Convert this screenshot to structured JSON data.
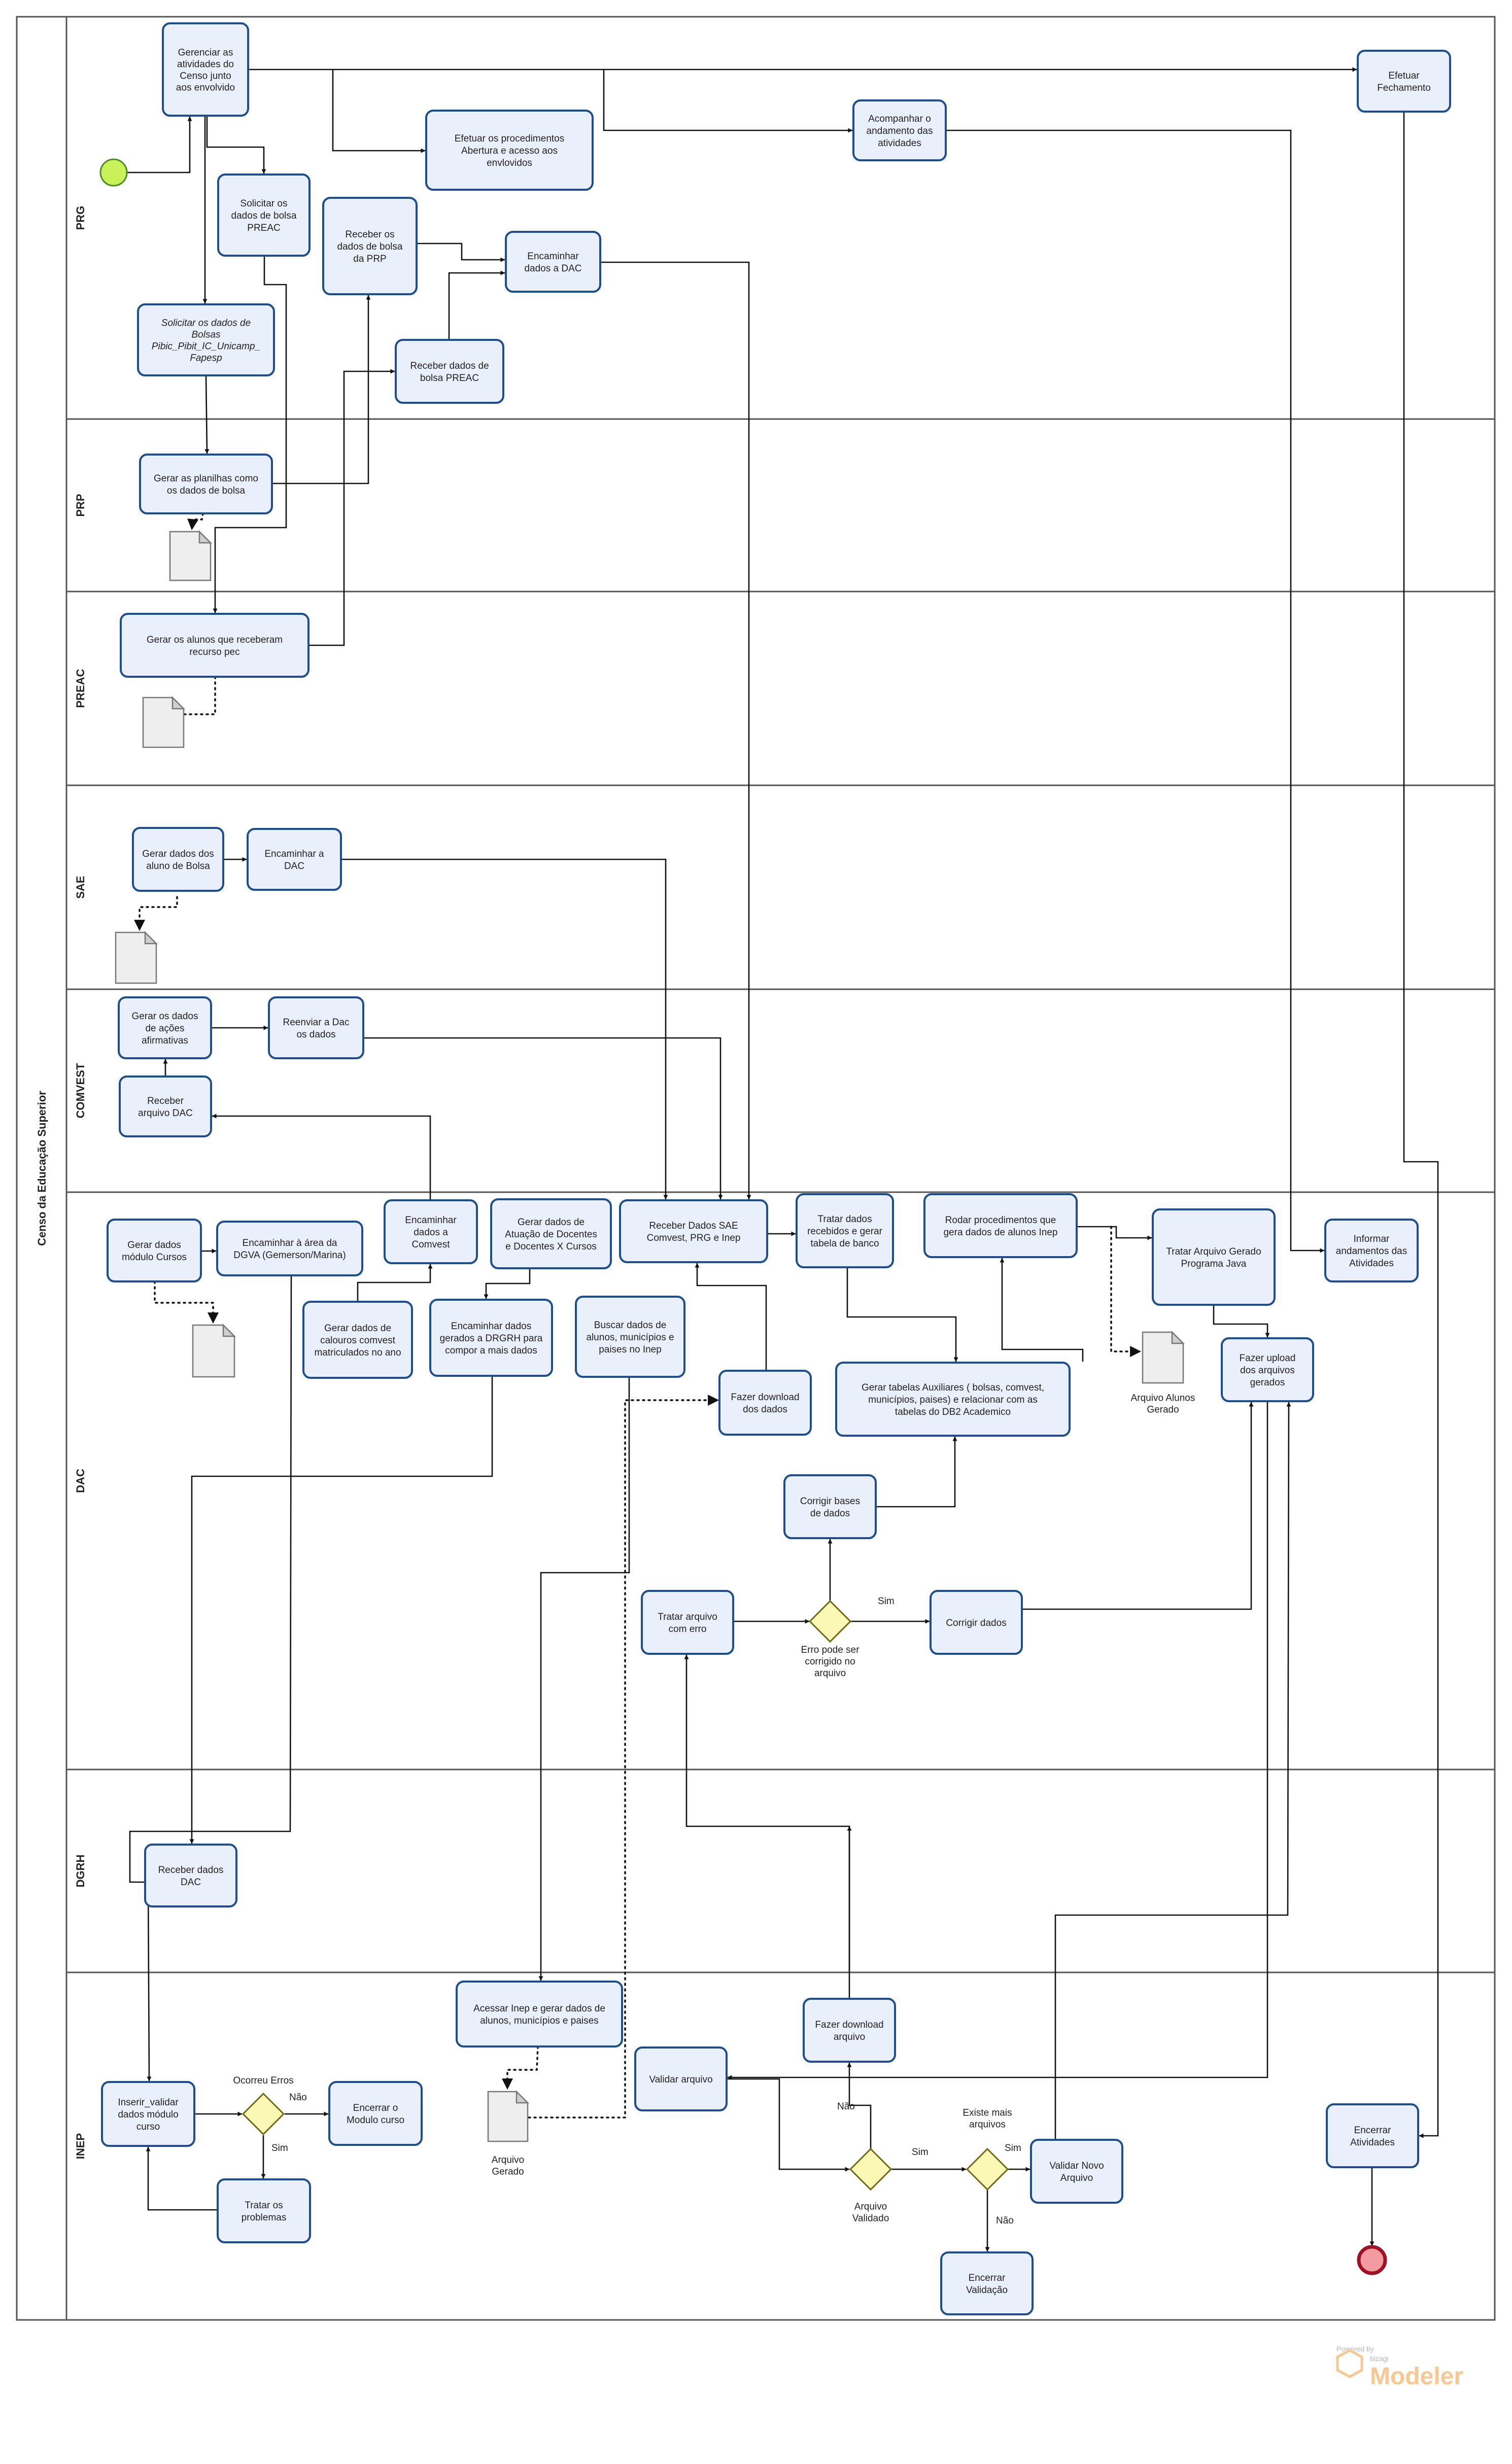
{
  "pool": {
    "title": "Censo da Educação Superior"
  },
  "lanes": [
    "PRG",
    "PRP",
    "PREAC",
    "SAE",
    "COMVEST",
    "DAC",
    "DGRH",
    "INEP"
  ],
  "tasks": {
    "t1": [
      "Gerenciar as",
      "atividades do",
      "Censo junto",
      "aos envolvido"
    ],
    "t2": [
      "Efetuar os procedimentos",
      "Abertura e acesso aos",
      "envlovidos"
    ],
    "t3": [
      "Acompanhar o",
      "andamento das",
      "atividades"
    ],
    "t4": [
      "Efetuar",
      "Fechamento"
    ],
    "t5": [
      "Solicitar os",
      "dados de bolsa",
      "PREAC"
    ],
    "t6": [
      "Receber os",
      "dados de bolsa",
      "da PRP"
    ],
    "t7": [
      "Encaminhar",
      "dados a DAC"
    ],
    "t8": [
      "Solicitar os dados de",
      "Bolsas",
      "Pibic_Pibit_IC_Unicamp_",
      "Fapesp"
    ],
    "t9": [
      "Receber dados de",
      "bolsa PREAC"
    ],
    "t10": [
      "Gerar as planilhas como",
      "os dados de bolsa"
    ],
    "t11": [
      "Gerar os alunos que receberam",
      "recurso pec"
    ],
    "t12": [
      "Gerar dados dos",
      "aluno de Bolsa"
    ],
    "t13": [
      "Encaminhar a",
      "DAC"
    ],
    "t14": [
      "Gerar os dados",
      "de ações",
      "afirmativas"
    ],
    "t15": [
      "Reenviar a Dac",
      "os dados"
    ],
    "t16": [
      "Receber",
      "arquivo DAC"
    ],
    "t17": [
      "Gerar dados",
      "módulo Cursos"
    ],
    "t18": [
      "Encaminhar à área da",
      "DGVA (Gemerson/Marina)"
    ],
    "t19": [
      "Encaminhar",
      "dados a",
      "Comvest"
    ],
    "t20": [
      "Gerar dados de",
      "Atuação de Docentes",
      "e Docentes X Cursos"
    ],
    "t21": [
      "Receber Dados SAE",
      "Comvest, PRG e Inep"
    ],
    "t22": [
      "Tratar dados",
      "recebidos e gerar",
      "tabela de banco"
    ],
    "t23": [
      "Rodar procedimentos que",
      "gera dados de alunos Inep"
    ],
    "t24": [
      "Tratar Arquivo Gerado",
      "Programa Java"
    ],
    "t25": [
      "Informar",
      "andamentos das",
      "Atividades"
    ],
    "t26": [
      "Gerar dados de",
      "calouros comvest",
      "matriculados no ano"
    ],
    "t27": [
      "Encaminhar dados",
      "gerados a DRGRH para",
      "compor a mais dados"
    ],
    "t28": [
      "Buscar dados de",
      "alunos, municípios e",
      "paises no Inep"
    ],
    "t29": [
      "Fazer download",
      "dos dados"
    ],
    "t30": [
      "Gerar tabelas Auxiliares ( bolsas, comvest,",
      "municípios, paises) e relacionar com as",
      "tabelas do DB2 Academico"
    ],
    "t31": [
      "Fazer upload",
      "dos arquivos",
      "gerados"
    ],
    "t32": [
      "Corrigir bases",
      "de dados"
    ],
    "t33": [
      "Tratar arquivo",
      "com erro"
    ],
    "t34": [
      "Corrigir dados"
    ],
    "t35": [
      "Receber dados",
      "DAC"
    ],
    "t36": [
      "Acessar Inep e gerar dados de",
      "alunos, municípios e paises"
    ],
    "t37": [
      "Fazer download",
      "arquivo"
    ],
    "t38": [
      "Validar arquivo"
    ],
    "t39": [
      "Inserir_validar",
      "dados módulo",
      "curso"
    ],
    "t40": [
      "Encerrar o",
      "Modulo curso"
    ],
    "t41": [
      "Tratar os",
      "problemas"
    ],
    "t42": [
      "Validar Novo",
      "Arquivo"
    ],
    "t43": [
      "Encerrar",
      "Validação"
    ],
    "t44": [
      "Encerrar",
      "Atividades"
    ]
  },
  "gateways": {
    "g1": [
      "Erro pode ser",
      "corrigido no",
      "arquivo"
    ],
    "g2": [
      "Ocorreu Erros"
    ],
    "g3": [
      "Arquivo",
      "Validado"
    ],
    "g4": [
      "Existe mais",
      "arquivos"
    ]
  },
  "documents": {
    "d5": [
      "Arquivo Alunos",
      "Gerado"
    ],
    "d6": [
      "Arquivo",
      "Gerado"
    ]
  },
  "flow_labels": {
    "g1_sim": "Sim",
    "g2_nao": "Não",
    "g2_sim": "Sim",
    "g3_nao": "Não",
    "g3_sim": "Sim",
    "g4_sim": "Sim",
    "g4_nao": "Não"
  },
  "branding": {
    "powered_by": "Powered by",
    "product": "Modeler",
    "vendor": "bizagi"
  },
  "colors": {
    "task_fill": "#eaf0fb",
    "task_stroke": "#1e4f8c",
    "gateway_fill": "#fbf7b5",
    "start_event": "#c9f25a",
    "end_event": "#f49ba2"
  }
}
